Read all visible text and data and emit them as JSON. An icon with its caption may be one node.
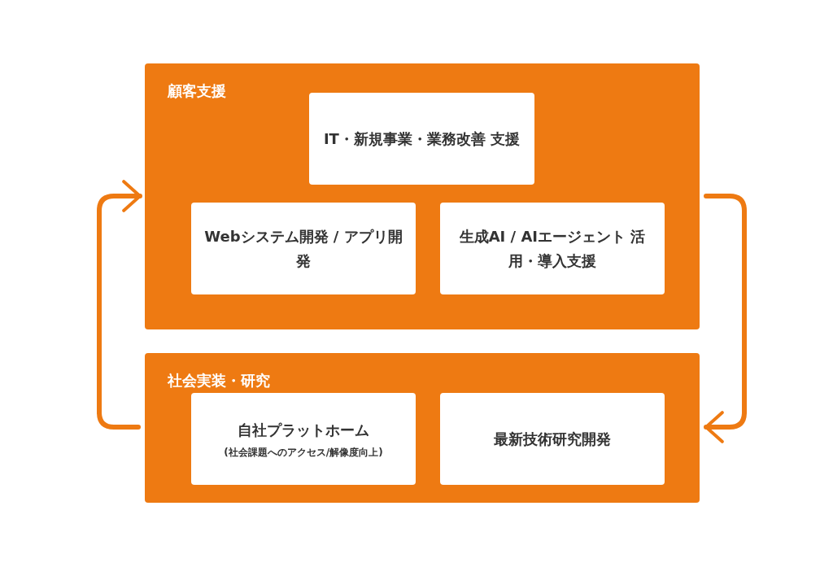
{
  "diagram": {
    "nodes": [
      {
        "text": [
          "顧客支援"
        ]
      },
      {
        "text": [
          "IT・新規事業・業務改善 支援"
        ],
        "in": 0
      },
      {
        "text": [
          "Webシステム開発 / アプリ開発"
        ],
        "in": 0
      },
      {
        "text": [
          "生成AI / AIエージェント 活用・導入支援"
        ],
        "in": 0
      },
      {
        "text": [
          "社会実装・研究"
        ]
      },
      {
        "text": [
          "自社プラットホーム",
          "(社会課題へのアクセス/解像度向上)"
        ],
        "in": 4
      },
      {
        "text": [
          "最新技術研究開発"
        ],
        "in": 4
      }
    ],
    "edges": [
      {
        "from": 0,
        "to": 4,
        "arrow": "to"
      },
      {
        "from": 4,
        "to": 0,
        "arrow": "to"
      }
    ]
  }
}
